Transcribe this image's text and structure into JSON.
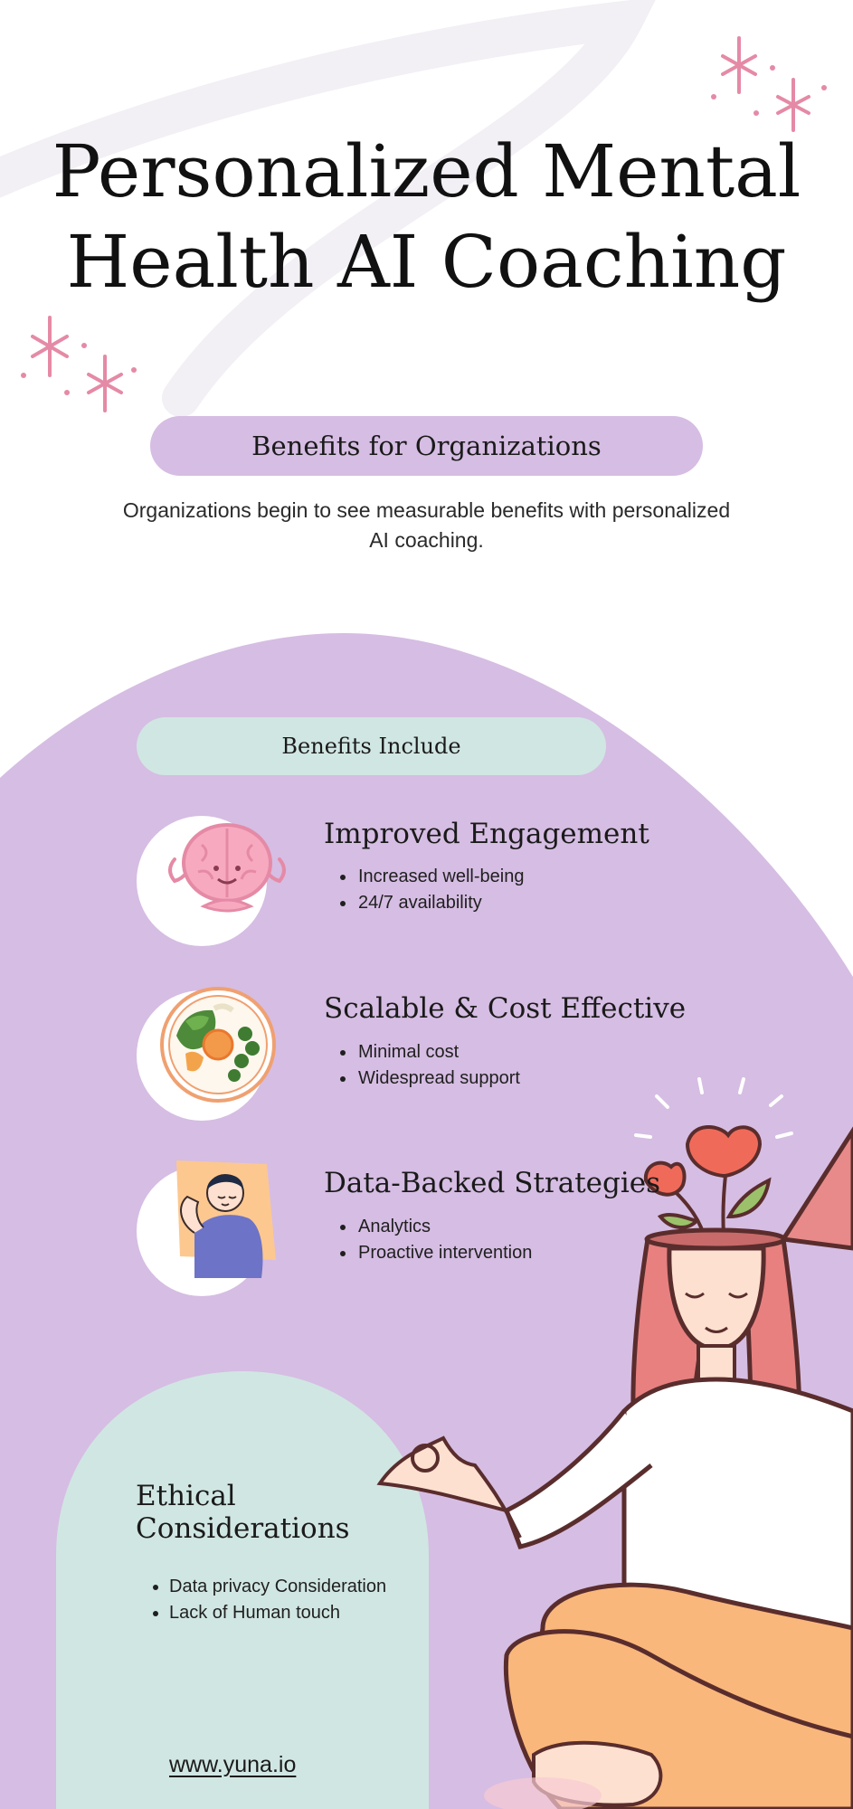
{
  "title": {
    "line1": "Personalized Mental",
    "line2": "Health AI Coaching"
  },
  "organizations": {
    "pill_label": "Benefits for Organizations",
    "intro": "Organizations begin to see measurable benefits with personalized AI coaching."
  },
  "benefits": {
    "pill_label": "Benefits Include",
    "items": [
      {
        "heading": "Improved Engagement",
        "icon": "brain-icon",
        "points": [
          "Increased well-being",
          "24/7 availability"
        ]
      },
      {
        "heading": "Scalable & Cost Effective",
        "icon": "salad-bowl-icon",
        "points": [
          "Minimal cost",
          "Widespread support"
        ]
      },
      {
        "heading": "Data-Backed Strategies",
        "icon": "resting-person-icon",
        "points": [
          "Analytics",
          "Proactive intervention"
        ]
      }
    ]
  },
  "ethical": {
    "heading": "Ethical Considerations",
    "points": [
      "Data privacy Consideration",
      "Lack of Human touch"
    ]
  },
  "footer": {
    "website": "www.yuna.io"
  },
  "colors": {
    "lavender": "#d6bde3",
    "mint": "#d0e6e2",
    "accent_pink": "#e58aa6",
    "text": "#1a1a1a"
  }
}
